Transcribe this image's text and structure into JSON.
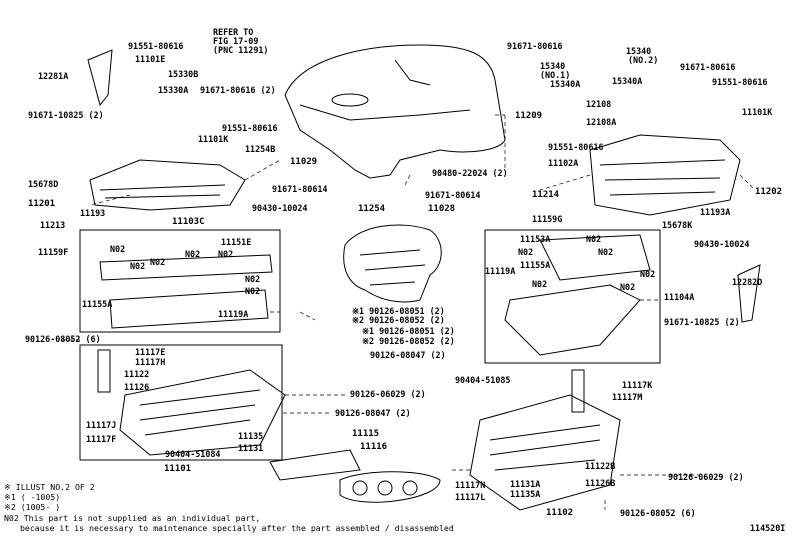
{
  "refer": [
    "REFER TO",
    "FIG 17-09",
    "(PNC 11291)"
  ],
  "diagram_id": "114520I",
  "notes": [
    "※ ILLUST NO.2 OF 2",
    "※1 (      -1005)",
    "※2 (1005-      )",
    "N02 This part is not supplied as an individual part,",
    "because it is necessary to maintenance specially after the part assembled / disassembled"
  ],
  "parts": [
    "91551-80616",
    "11101E",
    "12281A",
    "15330B",
    "15330A",
    "91671-80616 (2)",
    "91671-10825 (2)",
    "91551-80616",
    "11101K",
    "11254B",
    "11029",
    "15678D",
    "91671-80614",
    "11201",
    "11193",
    "11213",
    "90430-10024",
    "11103C",
    "11151E",
    "11159F",
    "N02",
    "N02",
    "N02",
    "N02",
    "N02",
    "11155A",
    "N02",
    "N02",
    "11119A",
    "90126-08052 (6)",
    "11117E",
    "11117H",
    "11122",
    "11126",
    "11117J",
    "11117F",
    "11135",
    "11131",
    "90404-51084",
    "11101",
    "90126-06029 (2)",
    "90126-08047 (2)",
    "11115",
    "11116",
    "11209",
    "90480-22024 (2)",
    "91671-80614",
    "11028",
    "11254",
    "※1 90126-08051 (2)",
    "※2 90126-08052 (2)",
    "※1 90126-08051 (2)",
    "※2 90126-08052 (2)",
    "90126-08047 (2)",
    "90404-51085",
    "91671-80616",
    "15340",
    "(NO.1)",
    "15340A",
    "15340",
    "(NO.2)",
    "91671-80616",
    "15340A",
    "91551-80616",
    "12108",
    "12108A",
    "11101K",
    "91551-80616",
    "11102A",
    "11214",
    "11202",
    "11193A",
    "11159G",
    "15678K",
    "11153A",
    "N02",
    "N02",
    "11155A",
    "N02",
    "11119A",
    "N02",
    "N02",
    "N02",
    "11104A",
    "90430-10024",
    "12282D",
    "91671-10825 (2)",
    "11117K",
    "11117M",
    "11131A",
    "11135A",
    "11117N",
    "11117L",
    "11122B",
    "11126B",
    "90126-06029 (2)",
    "90126-08052 (6)",
    "11102"
  ]
}
